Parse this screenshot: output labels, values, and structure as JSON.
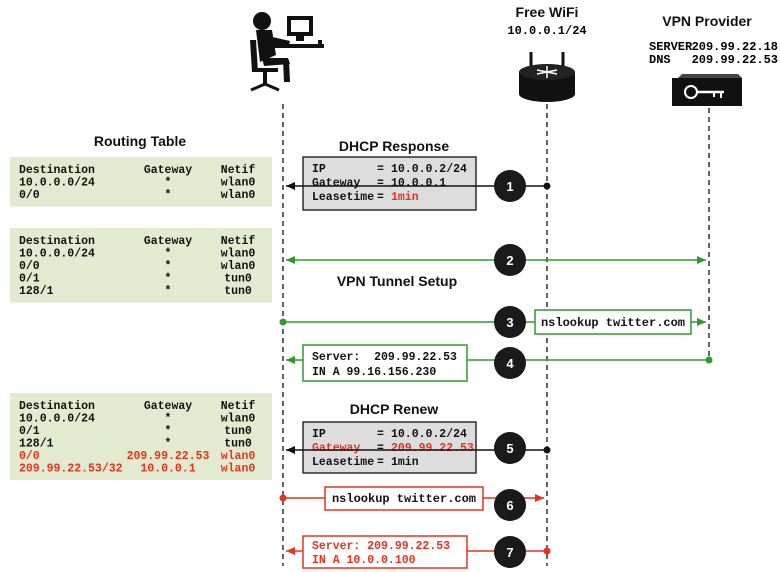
{
  "colors": {
    "green": "#2e9a2e",
    "red": "#e8321e",
    "table_bg": "#e2ebcf",
    "box_bg": "#dddddd",
    "badge": "#1a1a1a"
  },
  "actors": {
    "wifi": {
      "title": "Free WiFi",
      "address": "10.0.0.1/24",
      "icon": "router-icon"
    },
    "vpn": {
      "title": "VPN Provider",
      "server_label": "SERVER",
      "server_ip": "209.99.22.18",
      "dns_label": "DNS",
      "dns_ip": "209.99.22.53",
      "icon": "vpn-box-icon"
    },
    "user": {
      "icon": "user-at-computer-icon"
    }
  },
  "labels": {
    "routing_table": "Routing Table",
    "dhcp_response": "DHCP Response",
    "vpn_tunnel_setup": "VPN Tunnel Setup",
    "dhcp_renew": "DHCP Renew"
  },
  "routing_tables": [
    {
      "headers": [
        "Destination",
        "Gateway",
        "Netif"
      ],
      "rows": [
        {
          "cells": [
            "10.0.0.0/24",
            "*",
            "wlan0"
          ],
          "highlight": false
        },
        {
          "cells": [
            "0/0",
            "*",
            "wlan0"
          ],
          "highlight": false
        }
      ]
    },
    {
      "headers": [
        "Destination",
        "Gateway",
        "Netif"
      ],
      "rows": [
        {
          "cells": [
            "10.0.0.0/24",
            "*",
            "wlan0"
          ],
          "highlight": false
        },
        {
          "cells": [
            "0/0",
            "*",
            "wlan0"
          ],
          "highlight": false
        },
        {
          "cells": [
            "0/1",
            "*",
            "tun0"
          ],
          "highlight": false
        },
        {
          "cells": [
            "128/1",
            "*",
            "tun0"
          ],
          "highlight": false
        }
      ]
    },
    {
      "headers": [
        "Destination",
        "Gateway",
        "Netif"
      ],
      "rows": [
        {
          "cells": [
            "10.0.0.0/24",
            "*",
            "wlan0"
          ],
          "highlight": false
        },
        {
          "cells": [
            "0/1",
            "*",
            "tun0"
          ],
          "highlight": false
        },
        {
          "cells": [
            "128/1",
            "*",
            "tun0"
          ],
          "highlight": false
        },
        {
          "cells": [
            "0/0",
            "209.99.22.53",
            "wlan0"
          ],
          "highlight": true
        },
        {
          "cells": [
            "209.99.22.53/32",
            "10.0.0.1",
            "wlan0"
          ],
          "highlight": true
        }
      ]
    }
  ],
  "dhcp_boxes": [
    {
      "lines": [
        {
          "key": "IP",
          "val": "10.0.0.2/24",
          "red_key": false,
          "red_val": false
        },
        {
          "key": "Gateway",
          "val": "10.0.0.1",
          "red_key": false,
          "red_val": false
        },
        {
          "key": "Leasetime",
          "val": "1min",
          "red_key": false,
          "red_val": true
        }
      ]
    },
    {
      "lines": [
        {
          "key": "IP",
          "val": "10.0.0.2/24",
          "red_key": false,
          "red_val": false
        },
        {
          "key": "Gateway",
          "val": "209.99.22.53",
          "red_key": true,
          "red_val": true
        },
        {
          "key": "Leasetime",
          "val": "1min",
          "red_key": false,
          "red_val": false
        }
      ]
    }
  ],
  "messages": {
    "nslookup_vpn": "nslookup twitter.com",
    "reply_vpn": [
      "Server:  209.99.22.53",
      "IN A 99.16.156.230"
    ],
    "nslookup_wifi": "nslookup twitter.com",
    "reply_wifi": [
      "Server: 209.99.22.53",
      "IN A 10.0.0.100"
    ]
  },
  "steps": [
    "1",
    "2",
    "3",
    "4",
    "5",
    "6",
    "7"
  ]
}
